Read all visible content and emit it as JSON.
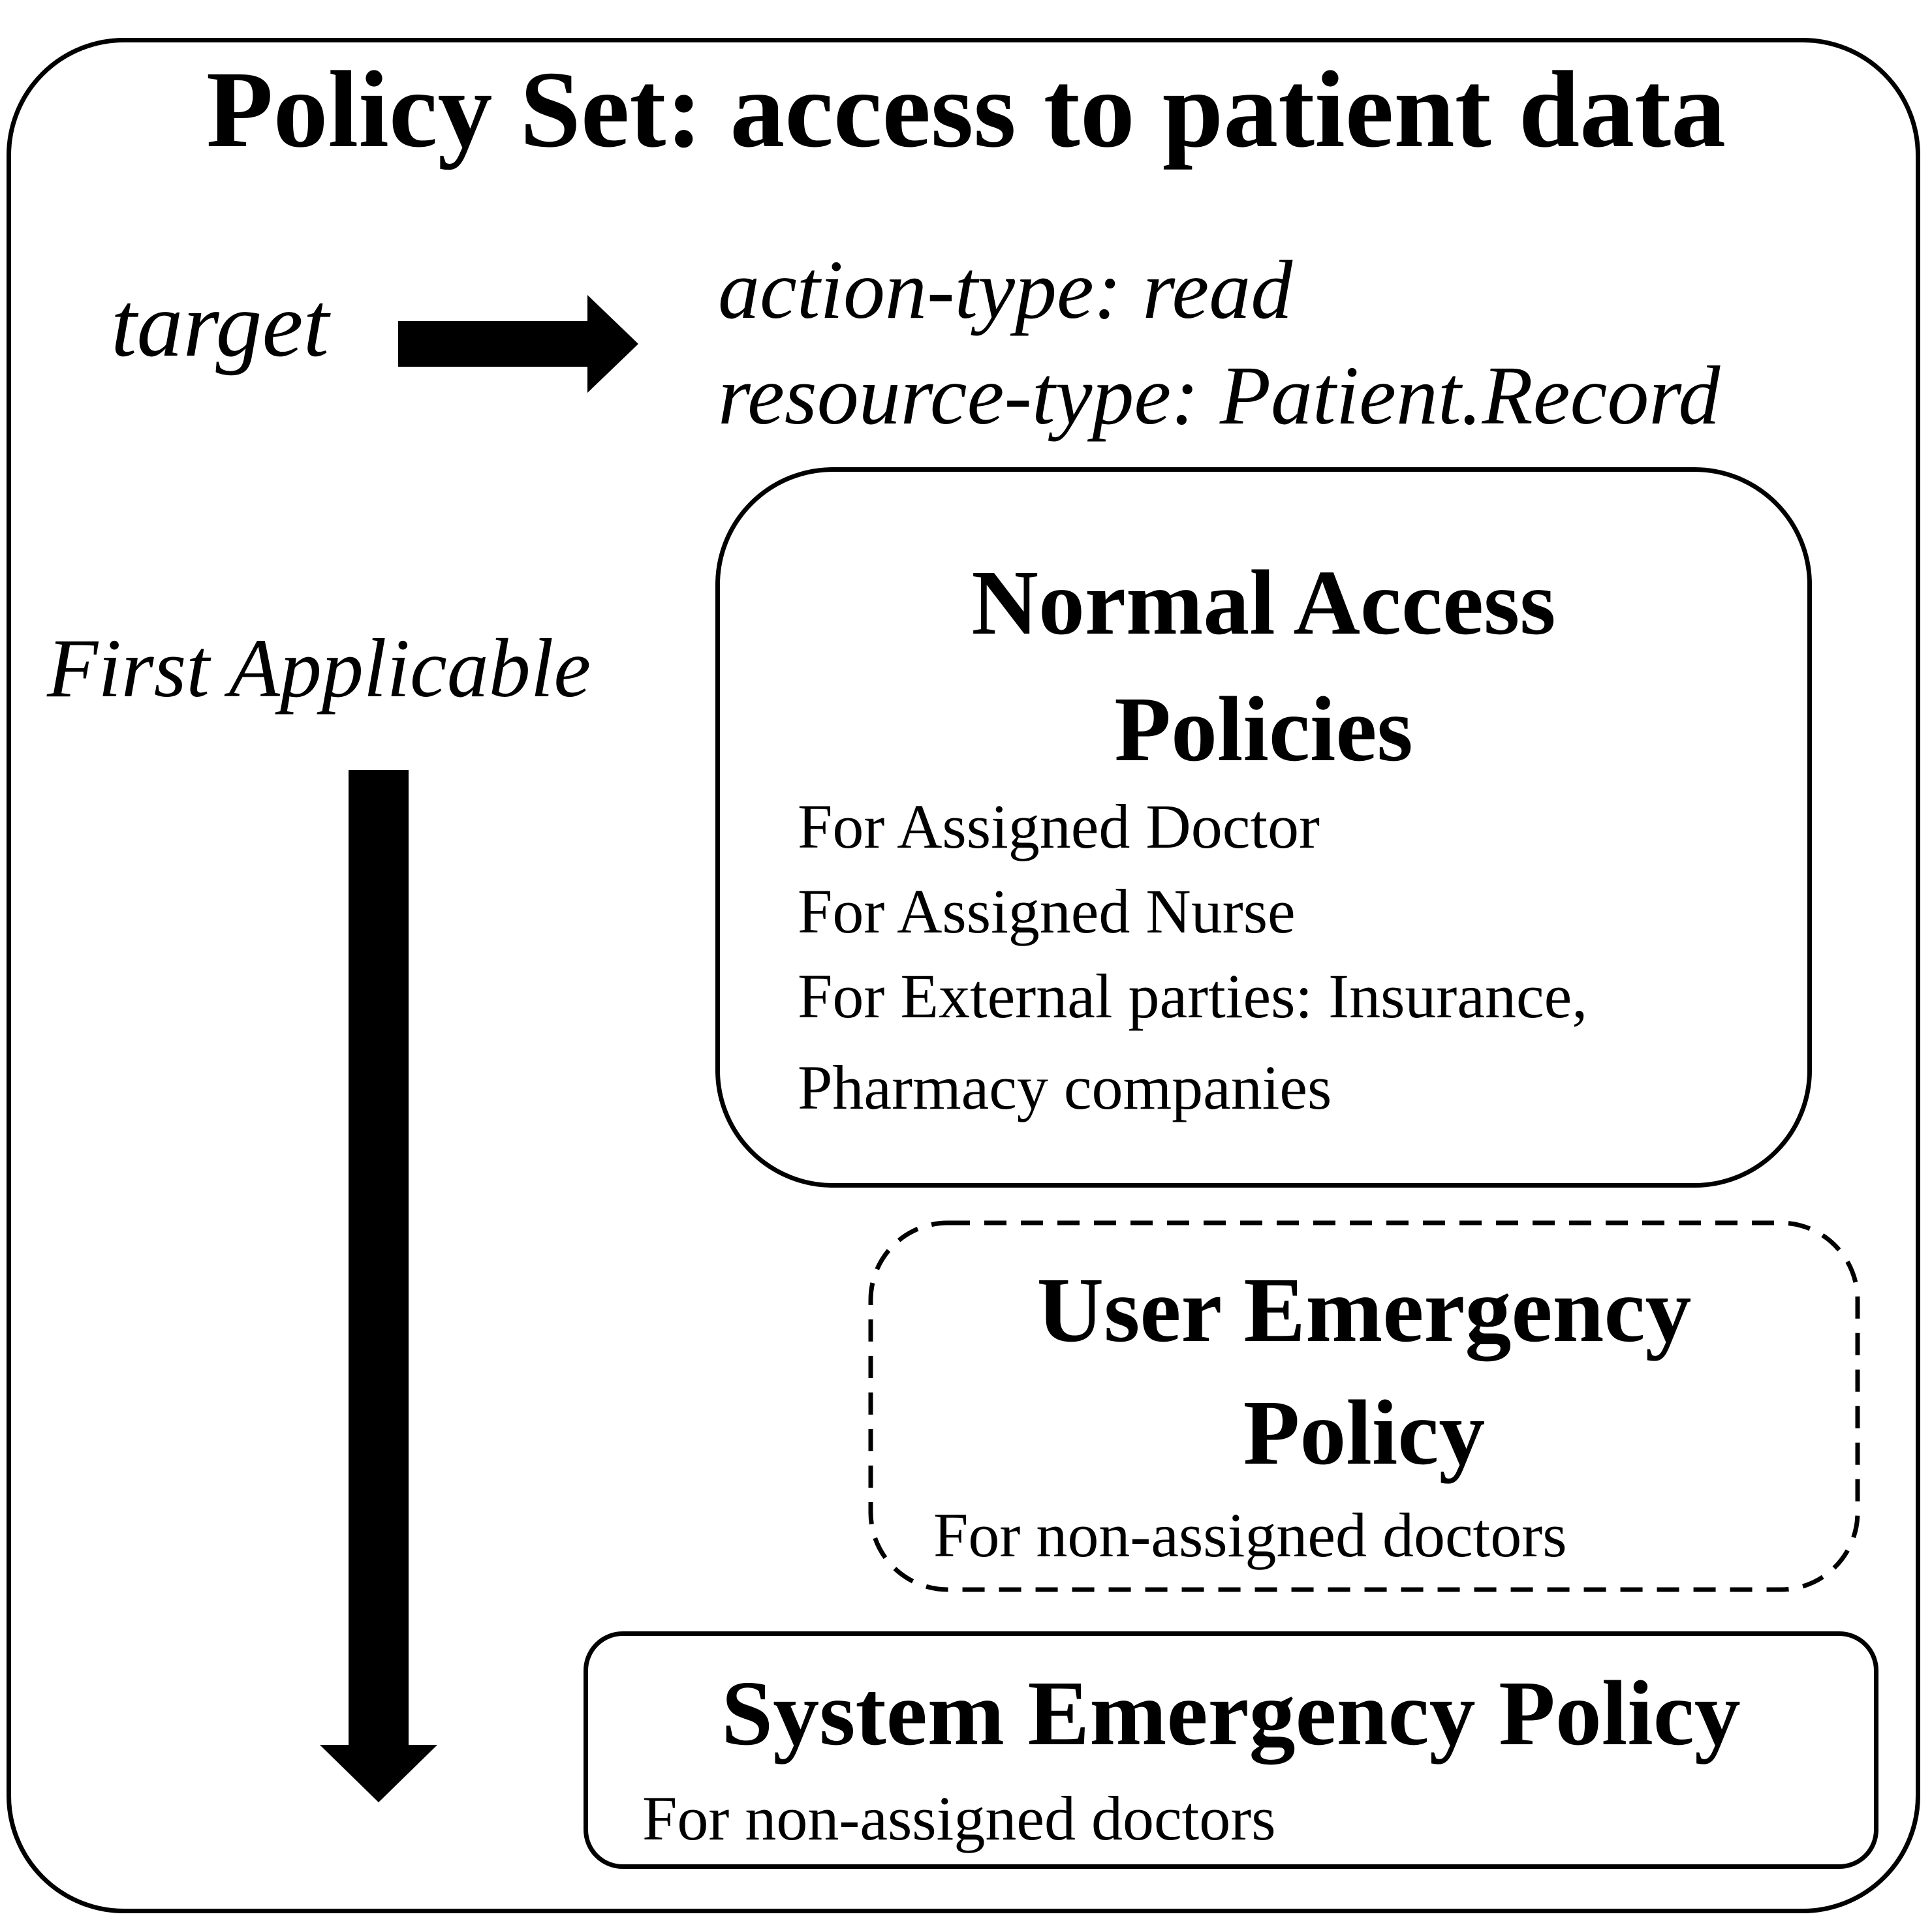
{
  "policy_set": {
    "title": "Policy Set: access to patient data",
    "target_label": "target",
    "target_lines": [
      "action-type: read",
      "resource-type: Patient.Record"
    ],
    "combining_algorithm": "First Applicable"
  },
  "policies": [
    {
      "title_lines": [
        "Normal Access",
        "Policies"
      ],
      "items": [
        "For Assigned Doctor",
        "For Assigned Nurse",
        "For External parties: Insurance,",
        "Pharmacy companies"
      ],
      "border": "solid"
    },
    {
      "title_lines": [
        "User Emergency",
        "Policy"
      ],
      "items": [
        "For non-assigned doctors"
      ],
      "border": "dashed"
    },
    {
      "title_lines": [
        "System Emergency Policy"
      ],
      "items": [
        "For non-assigned doctors"
      ],
      "border": "solid"
    }
  ]
}
